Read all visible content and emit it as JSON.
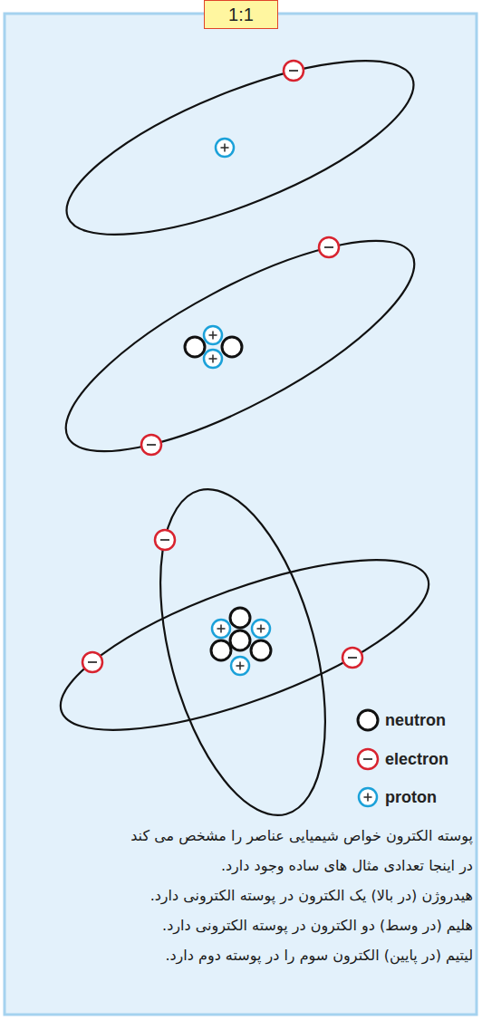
{
  "diagram": {
    "title": "1:1",
    "labels": [
      "پوسته الکترون خواص شیمیایی عناصر را مشخص می کند",
      "در اینجا تعدادی مثال های ساده وجود دارد.",
      "هیدروژن (در بالا) یک الکترون در پوسته الکترونی دارد.",
      "هلیم (در وسط) دو الکترون در پوسته الکترونی دارد.",
      "لیتیم (در پایین) الکترون سوم را در پوسته دوم دارد."
    ],
    "legend": [
      {
        "text": "neutron"
      },
      {
        "text": "electron"
      },
      {
        "text": "proton"
      }
    ]
  }
}
